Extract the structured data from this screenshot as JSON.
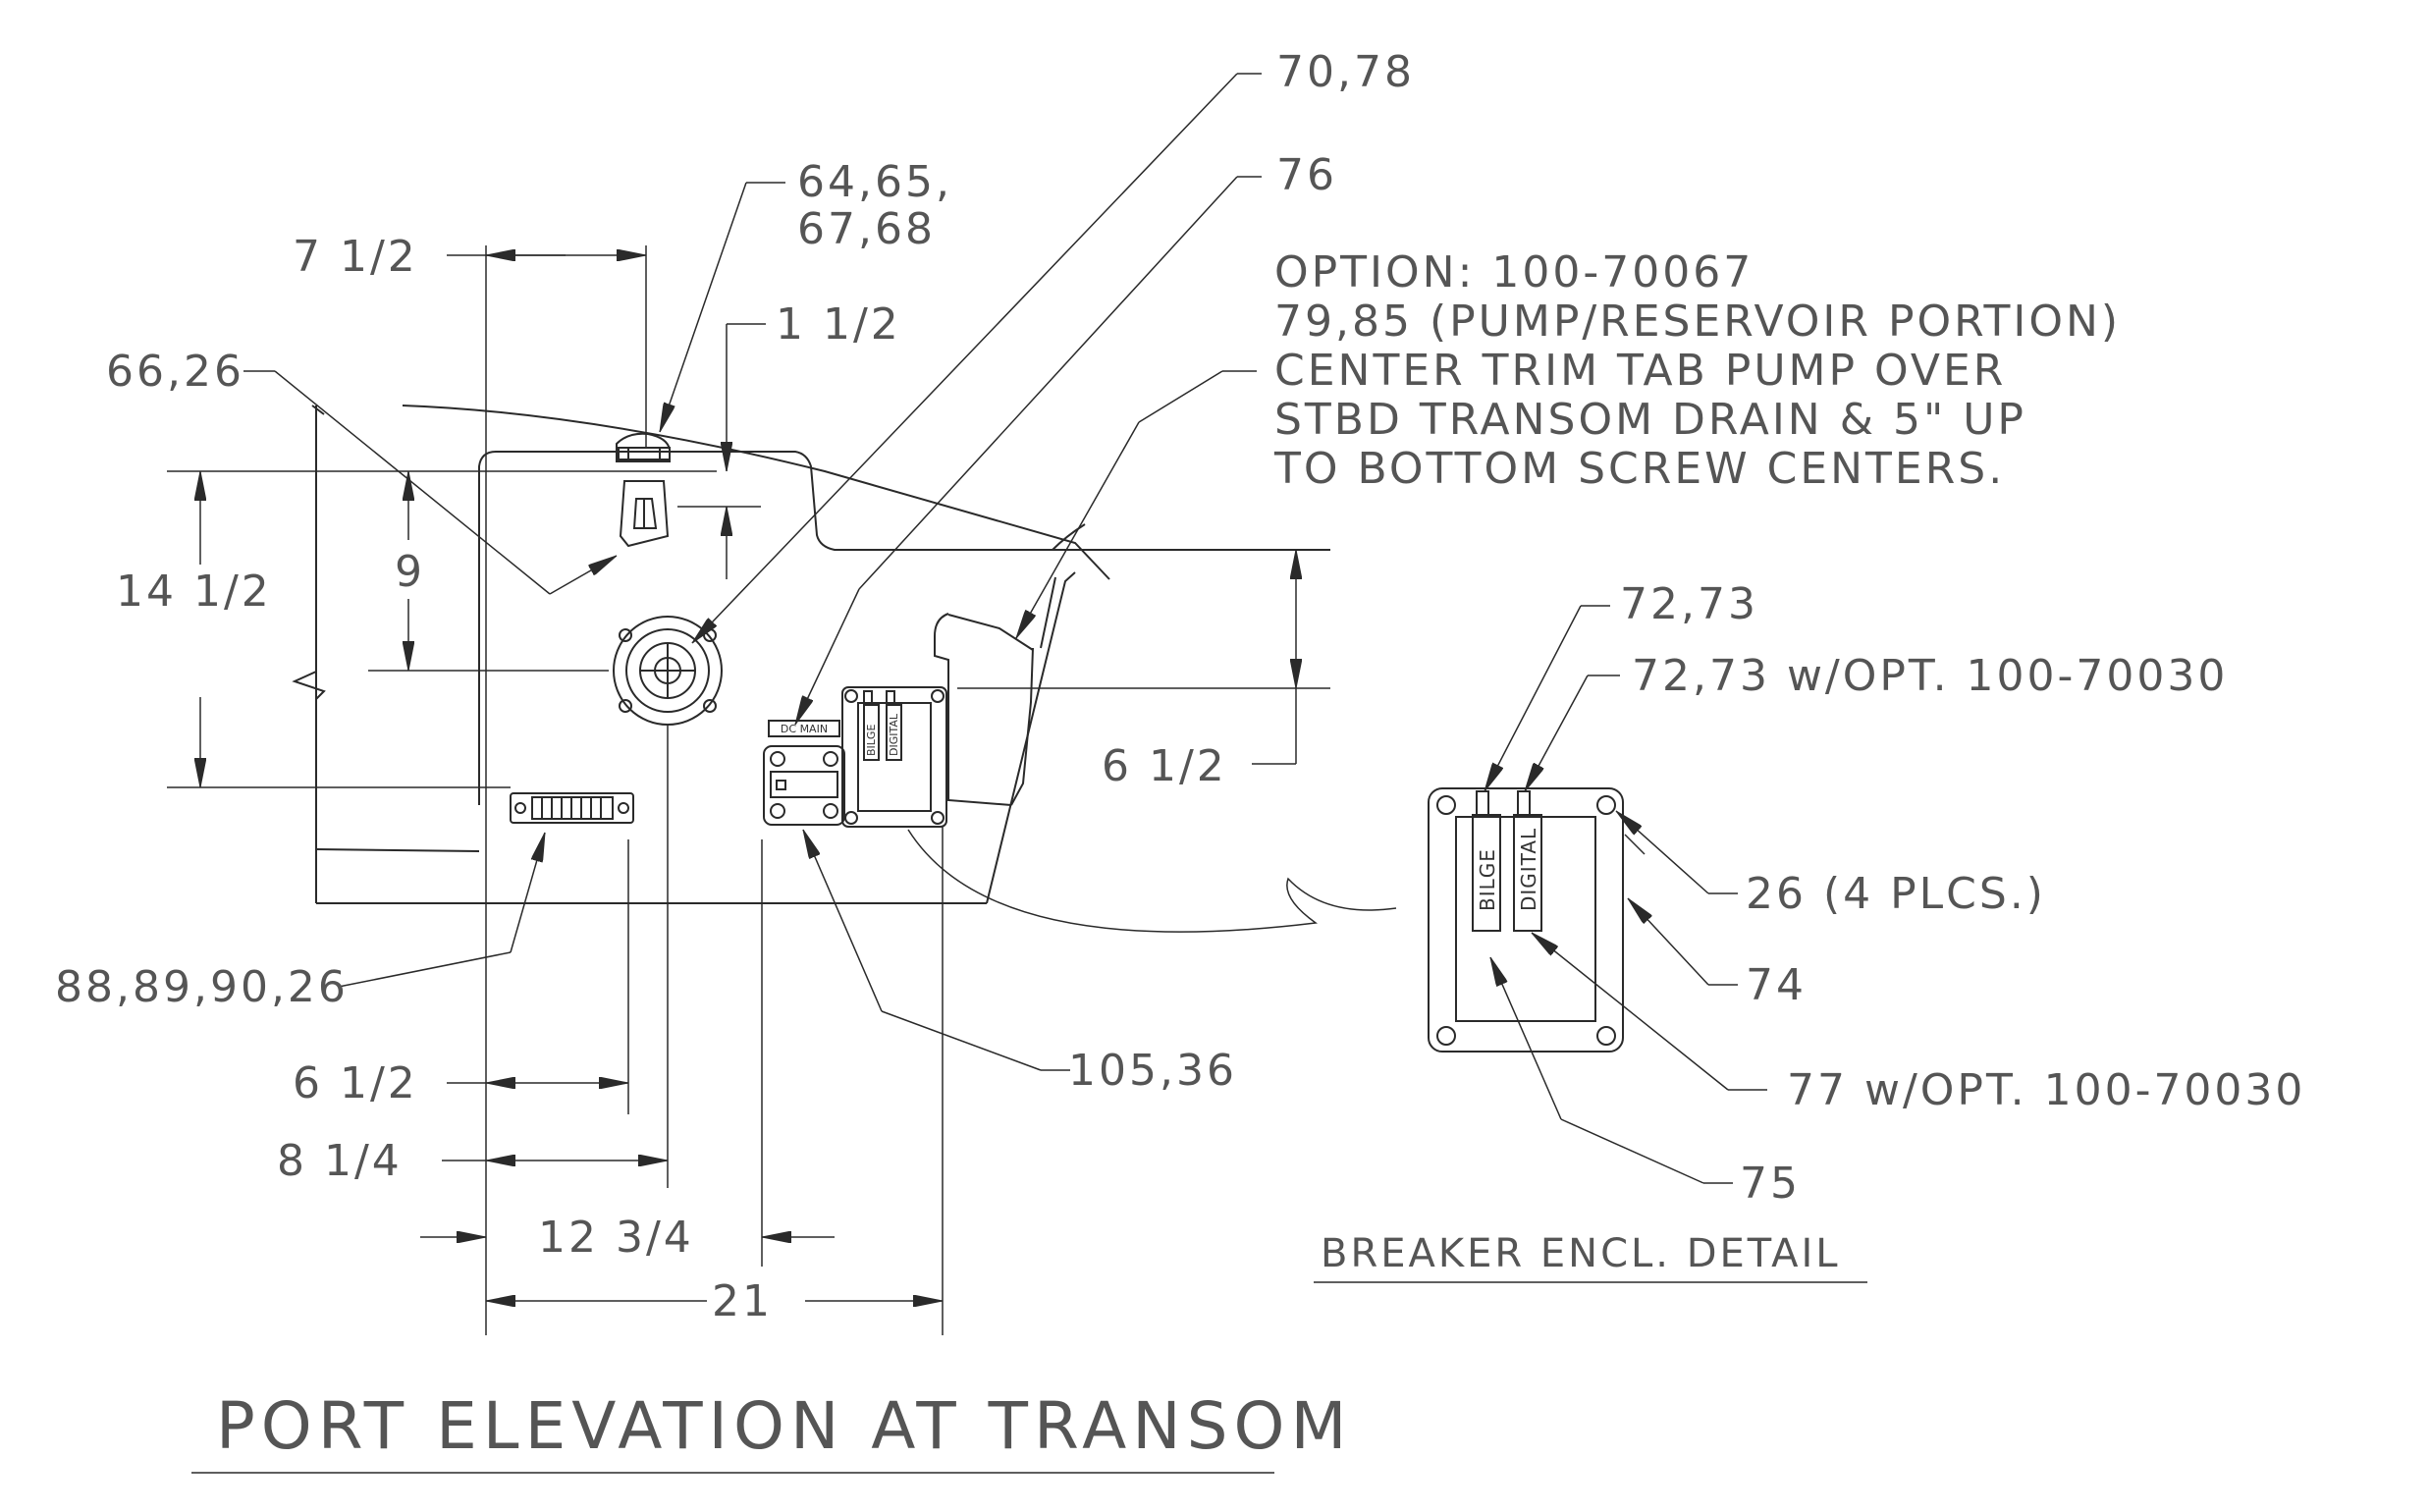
{
  "title": "PORT ELEVATION AT TRANSOM",
  "detail_title": "BREAKER ENCL. DETAIL",
  "callouts": {
    "c_70_78": "70,78",
    "c_76": "76",
    "c_64_65_a": "64,65,",
    "c_64_65_b": "67,68",
    "c_66_26": "66,26",
    "c_88_89": "88,89,90,26",
    "c_105_36": "105,36",
    "c_72_73": "72,73",
    "c_72_73_opt": "72,73 w/OPT. 100-70030",
    "c_26_4": "26 (4 PLCS.)",
    "c_74": "74",
    "c_77_opt": "77 w/OPT. 100-70030",
    "c_75": "75"
  },
  "note": {
    "line1": "OPTION: 100-70067",
    "line2": "79,85 (PUMP/RESERVOIR PORTION)",
    "line3": "CENTER TRIM TAB PUMP OVER",
    "line4": "STBD TRANSOM DRAIN & 5\" UP",
    "line5": "TO BOTTOM SCREW CENTERS."
  },
  "dimensions": {
    "d_7_1_2": "7 1/2",
    "d_1_1_2": "1 1/2",
    "d_14_1_2": "14 1/2",
    "d_9": "9",
    "d_6_1_2_right": "6 1/2",
    "d_6_1_2_bottom": "6 1/2",
    "d_8_1_4": "8 1/4",
    "d_12_3_4": "12 3/4",
    "d_21": "21"
  },
  "panel_labels": {
    "dc_main": "DC MAIN",
    "bilge": "BILGE",
    "digital": "DIGITAL"
  }
}
